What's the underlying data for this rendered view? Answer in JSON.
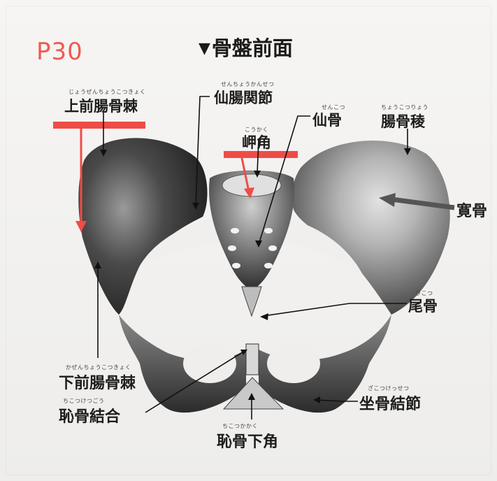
{
  "page": {
    "number": "P30",
    "title": "骨盤前面",
    "title_marker": "▼"
  },
  "labels": {
    "ant_sup_iliac_spine": {
      "text": "上前腸骨棘",
      "ruby": "じょうぜんちょうこつきょく"
    },
    "sacroiliac_joint": {
      "text": "仙腸関節",
      "ruby": "せんちょうかんせつ"
    },
    "sacrum": {
      "text": "仙骨",
      "ruby": "せんこつ"
    },
    "promontory": {
      "text": "岬角",
      "ruby": "こうかく"
    },
    "iliac_crest": {
      "text": "腸骨稜",
      "ruby": "ちょうこつりょう"
    },
    "hip_bone": {
      "text": "寛骨",
      "ruby": ""
    },
    "coccyx": {
      "text": "尾骨",
      "ruby": "びこつ"
    },
    "ant_inf_iliac_spine": {
      "text": "下前腸骨棘",
      "ruby": "かぜんちょうこつきょく"
    },
    "pubic_symphysis": {
      "text": "恥骨結合",
      "ruby": "ちこつけつごう"
    },
    "subpubic_angle": {
      "text": "恥骨下角",
      "ruby": "ちこつかかく"
    },
    "sacrotuberous_ligament": {
      "text": "坐骨結節",
      "ruby": "ざこつけっせつ"
    }
  },
  "colors": {
    "annotation_red": "#ef4c46",
    "text": "#1d1d1d",
    "bone_dark": "#3b3b3b",
    "bone_light": "#d9d9d9"
  }
}
